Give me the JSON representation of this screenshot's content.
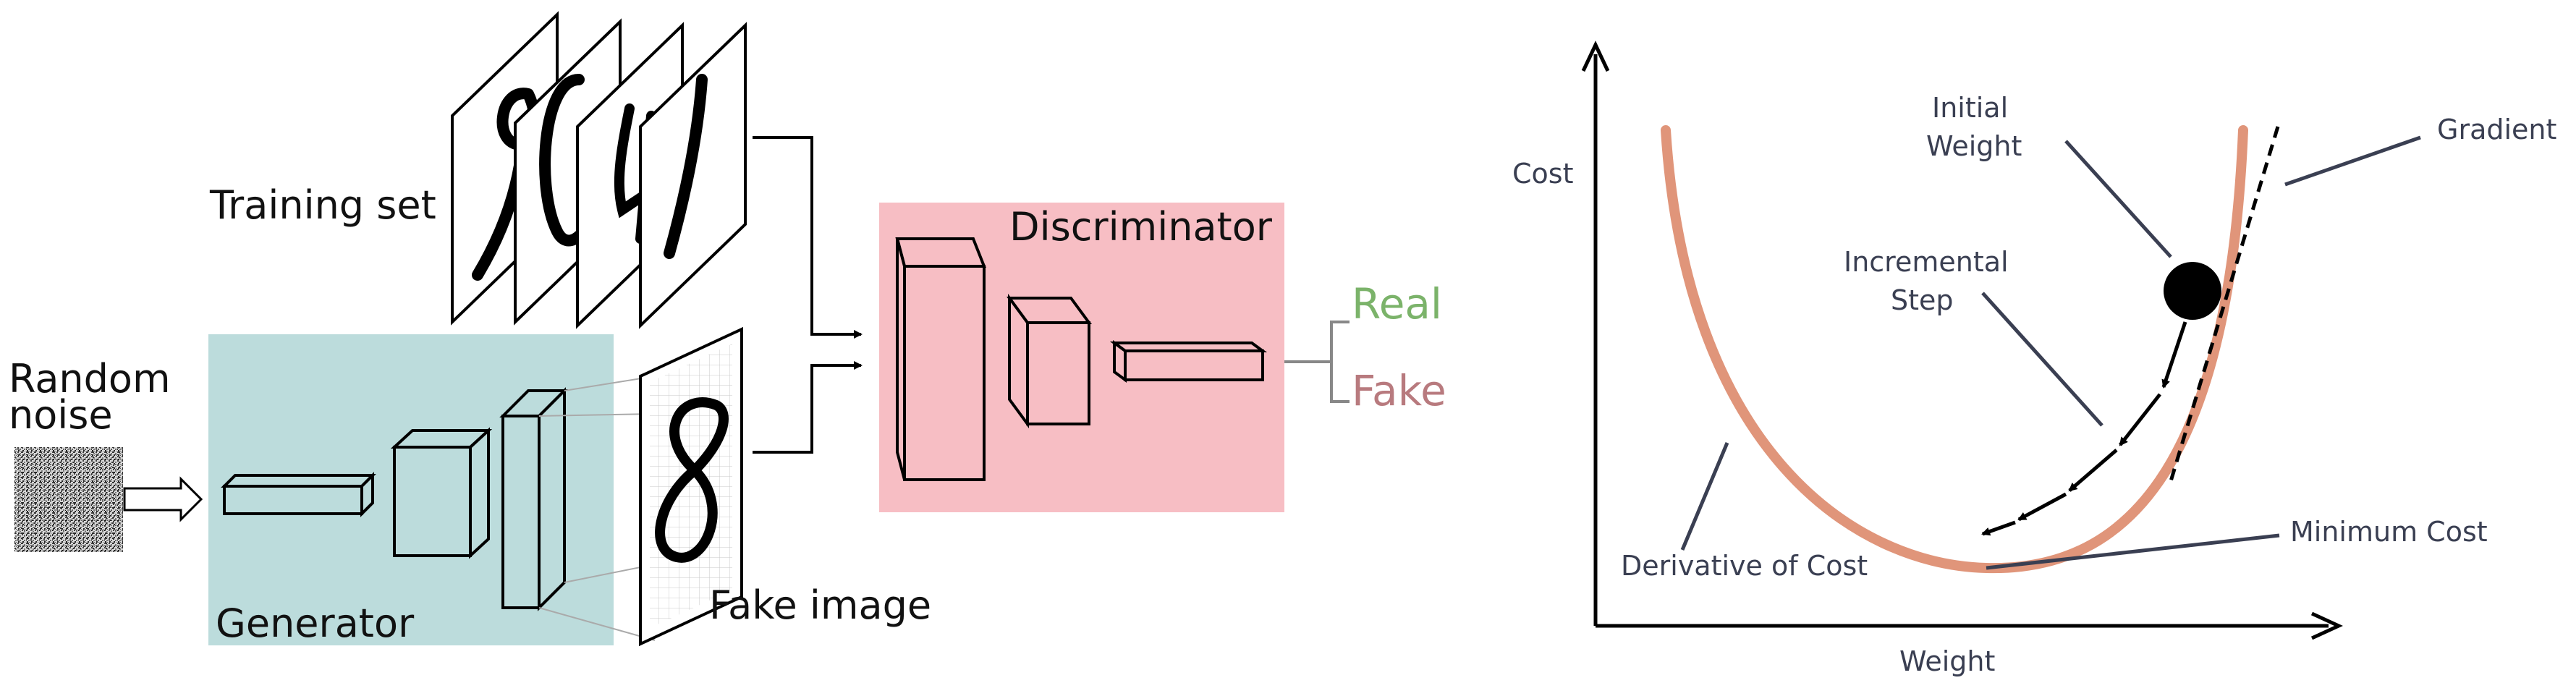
{
  "gan": {
    "random_noise_line1": "Random",
    "random_noise_line2": "noise",
    "training_set": "Training set",
    "generator": "Generator",
    "fake_image": "Fake image",
    "discriminator": "Discriminator",
    "real": "Real",
    "fake": "Fake",
    "colors": {
      "generator_bg": "#bcdcdc",
      "discriminator_bg": "#f7bec4",
      "real_text": "#7bb36a",
      "fake_text": "#b87a7e"
    }
  },
  "gradient_descent": {
    "y_axis": "Cost",
    "x_axis": "Weight",
    "initial_weight_line1": "Initial",
    "initial_weight_line2": "Weight",
    "gradient": "Gradient",
    "incremental_step_line1": "Incremental",
    "incremental_step_line2": "Step",
    "derivative_of_cost": "Derivative of Cost",
    "minimum_cost": "Minimum Cost",
    "colors": {
      "curve": "#e0957a",
      "text": "#3a3f52"
    }
  }
}
